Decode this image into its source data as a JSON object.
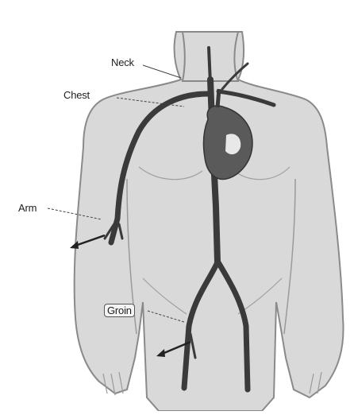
{
  "labels": {
    "neck": "Neck",
    "chest": "Chest",
    "arm": "Arm",
    "groin": "Groin"
  },
  "colors": {
    "skin": "#d9d9d9",
    "skin_outline": "#8a8a8a",
    "vessel": "#3a3a3a",
    "heart": "#5a5a5a",
    "text": "#1e1e1e"
  },
  "icons": {
    "arm_arrow": "arrow-icon",
    "groin_arrow": "arrow-icon"
  }
}
